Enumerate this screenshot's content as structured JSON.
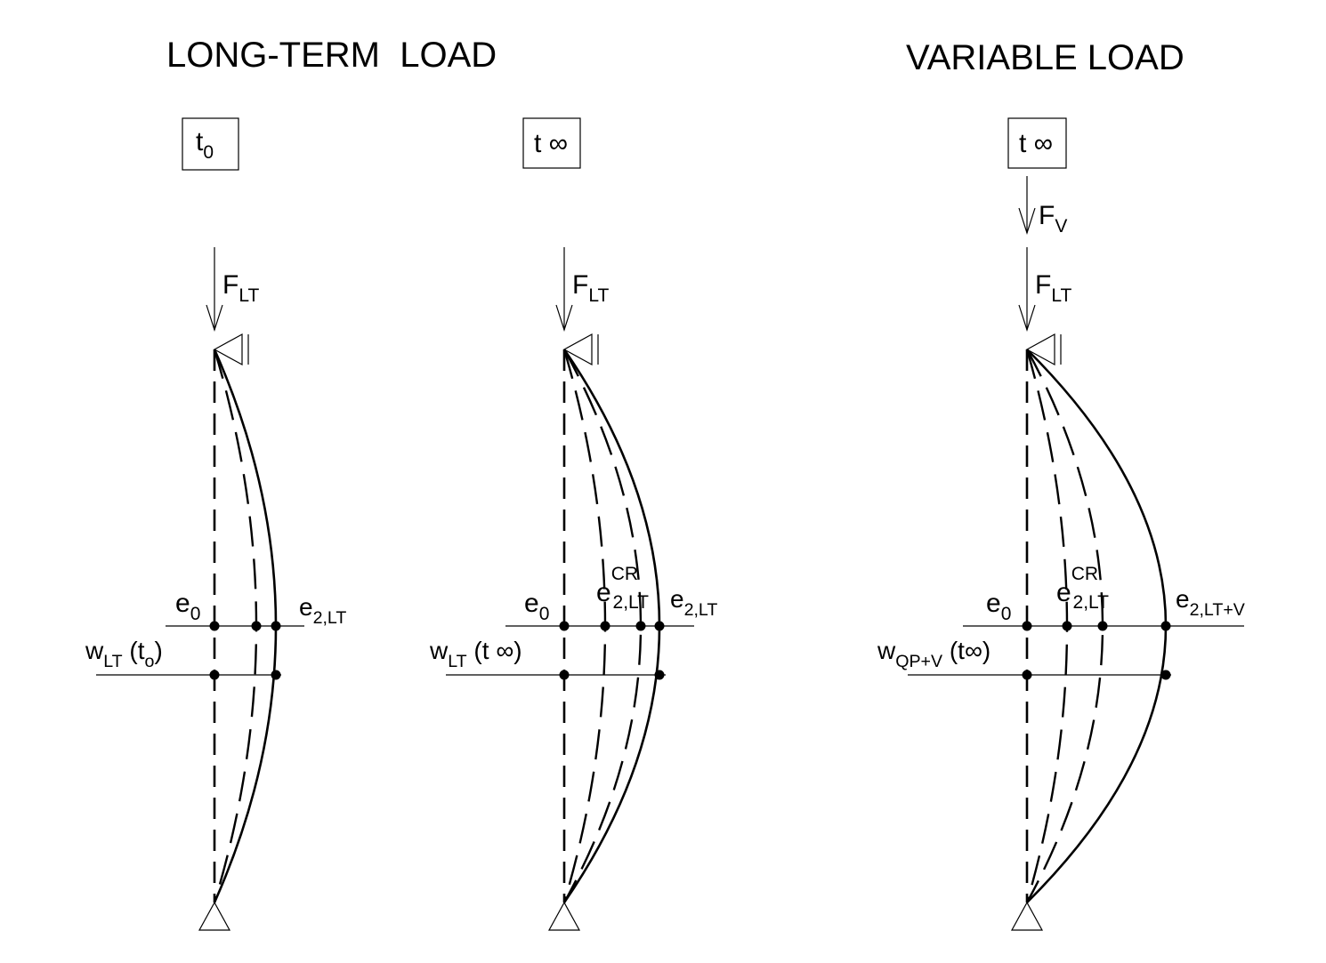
{
  "titles": {
    "long_term": "LONG-TERM  LOAD",
    "variable": "VARIABLE LOAD"
  },
  "panels": [
    {
      "time_main": "t",
      "time_sub": "0",
      "force": {
        "main": "F",
        "sub": "LT"
      },
      "e0": {
        "main": "e",
        "sub": "0"
      },
      "e2": {
        "main": "e",
        "sub": "2,LT"
      },
      "w": {
        "main": "w",
        "sub": "LT",
        "rest": " (t",
        "rest_sub": "o",
        "close": ")"
      }
    },
    {
      "time_main": "t ∞",
      "force": {
        "main": "F",
        "sub": "LT"
      },
      "e0": {
        "main": "e",
        "sub": "0"
      },
      "ecr": {
        "main": "e",
        "sub": "2,LT",
        "sup": "CR"
      },
      "e2": {
        "main": "e",
        "sub": "2,LT"
      },
      "w": {
        "main": "w",
        "sub": "LT",
        "rest": " (t ∞)"
      }
    },
    {
      "time_main": "t ∞",
      "force_v": {
        "main": "F",
        "sub": "V"
      },
      "force": {
        "main": "F",
        "sub": "LT"
      },
      "e0": {
        "main": "e",
        "sub": "0"
      },
      "ecr": {
        "main": "e",
        "sub": "2,LT",
        "sup": "CR"
      },
      "e2": {
        "main": "e",
        "sub": "2,LT+V"
      },
      "w": {
        "main": "w",
        "sub": "QP+V",
        "rest": " (t∞)"
      }
    }
  ]
}
